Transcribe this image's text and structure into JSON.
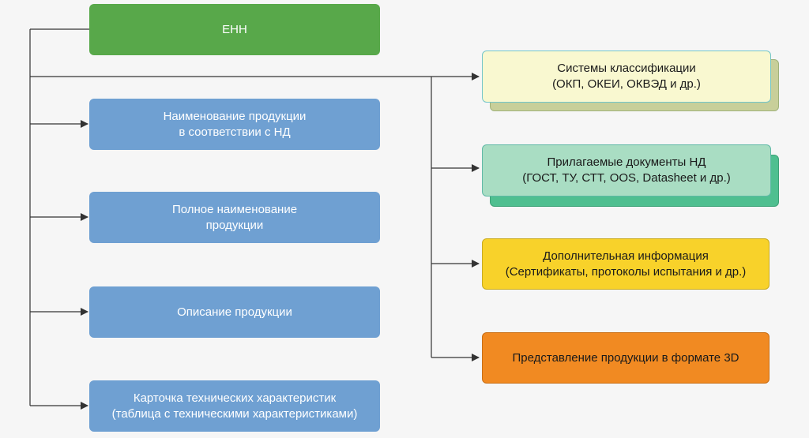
{
  "nodes": {
    "root": "ЕНН",
    "left": [
      "Наименование продукции\nв соответствии с НД",
      "Полное наименование\nпродукции",
      "Описание продукции",
      "Карточка технических характеристик\n(таблица с техническими характеристиками)"
    ],
    "right": [
      "Системы классификации\n(ОКП, ОКЕИ, ОКВЭД и др.)",
      "Прилагаемые документы НД\n(ГОСТ, ТУ, СТТ, OOS, Datasheet и др.)",
      "Дополнительная информация\n(Сертификаты, протоколы испытания и др.)",
      "Представление продукции в формате 3D"
    ]
  },
  "colors": {
    "root": "#58a84a",
    "left": "#6fa0d2",
    "right_classification": "#f9f8d0",
    "right_documents": "#a9ddc3",
    "right_additional": "#f8d22a",
    "right_3d": "#f18a22",
    "connector": "#333333"
  }
}
